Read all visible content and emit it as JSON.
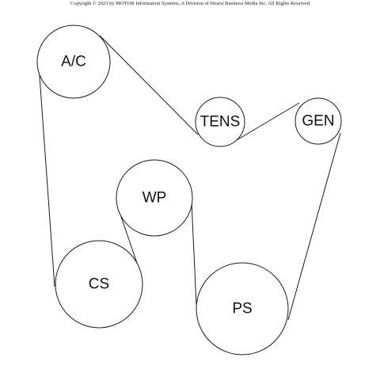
{
  "copyright": "Copyright © 2023 by MOTOR Information Systems, A Division of Hearst Business Media Inc. All Rights Reserved",
  "pulleys": {
    "ac": {
      "label": "A/C"
    },
    "tens": {
      "label": "TENS"
    },
    "gen": {
      "label": "GEN"
    },
    "wp": {
      "label": "WP"
    },
    "cs": {
      "label": "CS"
    },
    "ps": {
      "label": "PS"
    }
  }
}
